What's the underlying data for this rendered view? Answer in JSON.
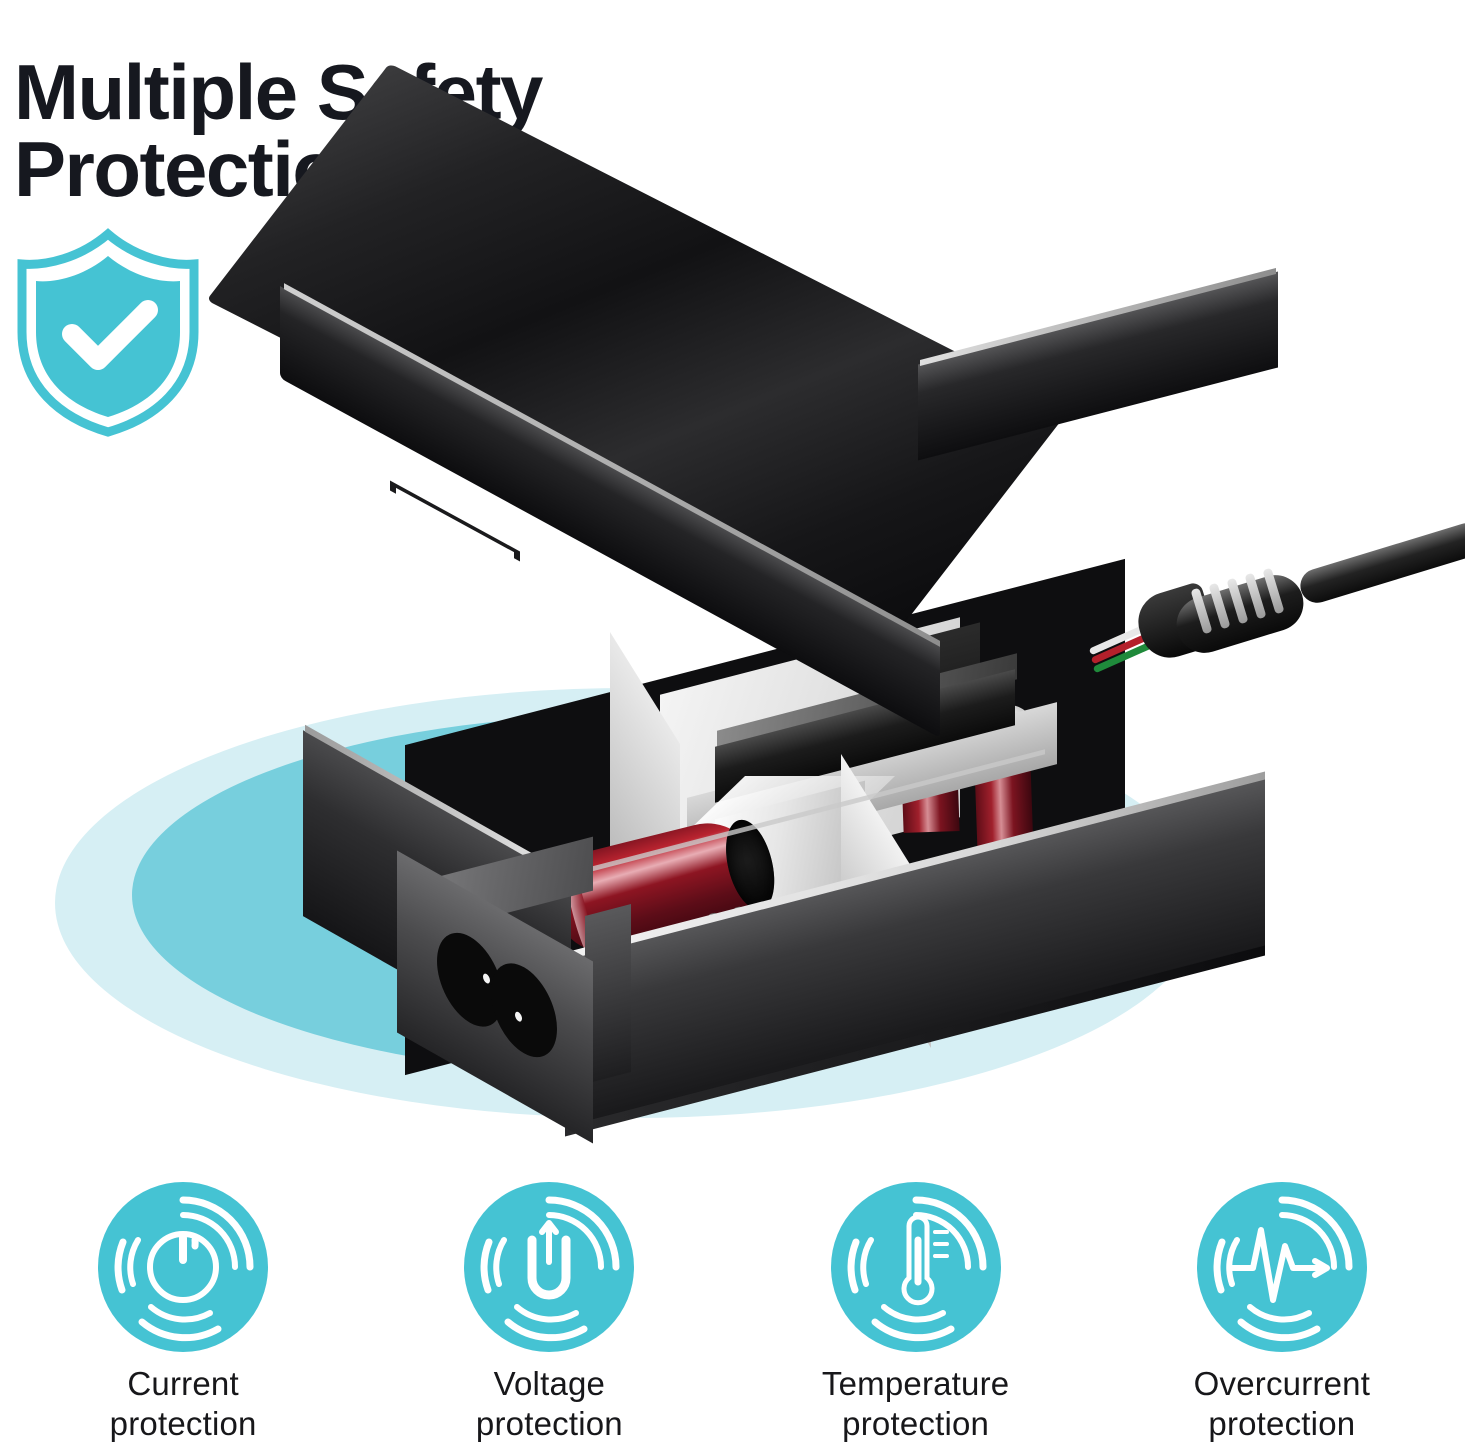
{
  "headline": {
    "line1": "Multiple Safety",
    "line2": "Protection"
  },
  "badge": {
    "icon": "shield-check-icon",
    "color": "#45c3d3"
  },
  "product": {
    "name": "laptop-ac-power-adapter",
    "description": "Exploded view of a black AC power adapter with the top cover lifted off, revealing internal circuitry",
    "lid": "black-glossy-top-cover",
    "tray": "black-lower-housing",
    "ac_inlet": "c7-figure-8-ac-socket",
    "dc_cable": "dc-output-cable-with-strain-relief",
    "internals": [
      "electrolytic-capacitor-large",
      "electrolytic-capacitor-upright-1",
      "electrolytic-capacitor-upright-2",
      "transformer-silver-block",
      "heatsink-black-bar",
      "pcb-green-board",
      "insulator-white-sheet"
    ],
    "ground_shadow": {
      "outer_color": "#d6eff4",
      "inner_color": "#77cfdd"
    }
  },
  "features": [
    {
      "icon": "power-current-icon",
      "label": "Current\nprotection"
    },
    {
      "icon": "voltage-u-arrow-icon",
      "label": "Voltage\nprotection"
    },
    {
      "icon": "thermometer-icon",
      "label": "Temperature\nprotection"
    },
    {
      "icon": "waveform-pulse-icon",
      "label": "Overcurrent\nprotection"
    }
  ],
  "colors": {
    "accent_cyan": "#45c3d3",
    "title_ink": "#16181f",
    "label_ink": "#17171a",
    "background": "#ffffff"
  }
}
